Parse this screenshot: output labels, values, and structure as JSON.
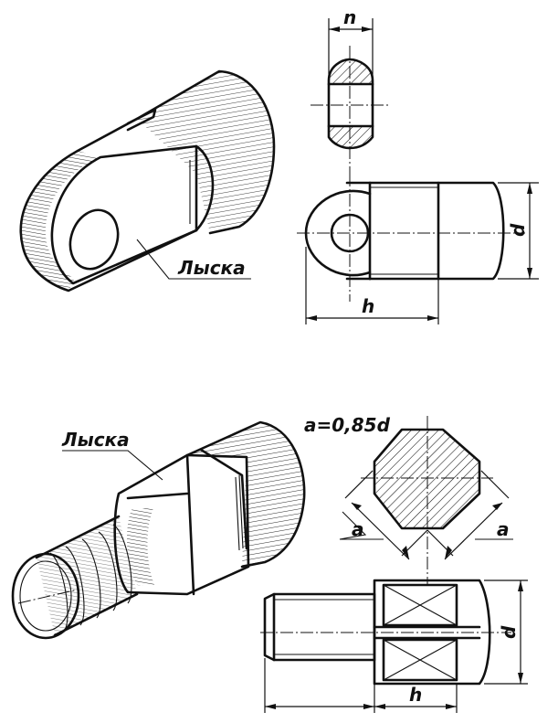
{
  "labels": {
    "flat_top": "Лыска",
    "flat_bottom": "Лыска",
    "formula": "a=0,85d",
    "n": "n",
    "d_top": "d",
    "h_top": "h",
    "a_left": "a",
    "a_right": "a",
    "d_bottom": "d",
    "h_bottom": "h"
  },
  "colors": {
    "ink": "#111111",
    "paper": "#ffffff"
  }
}
